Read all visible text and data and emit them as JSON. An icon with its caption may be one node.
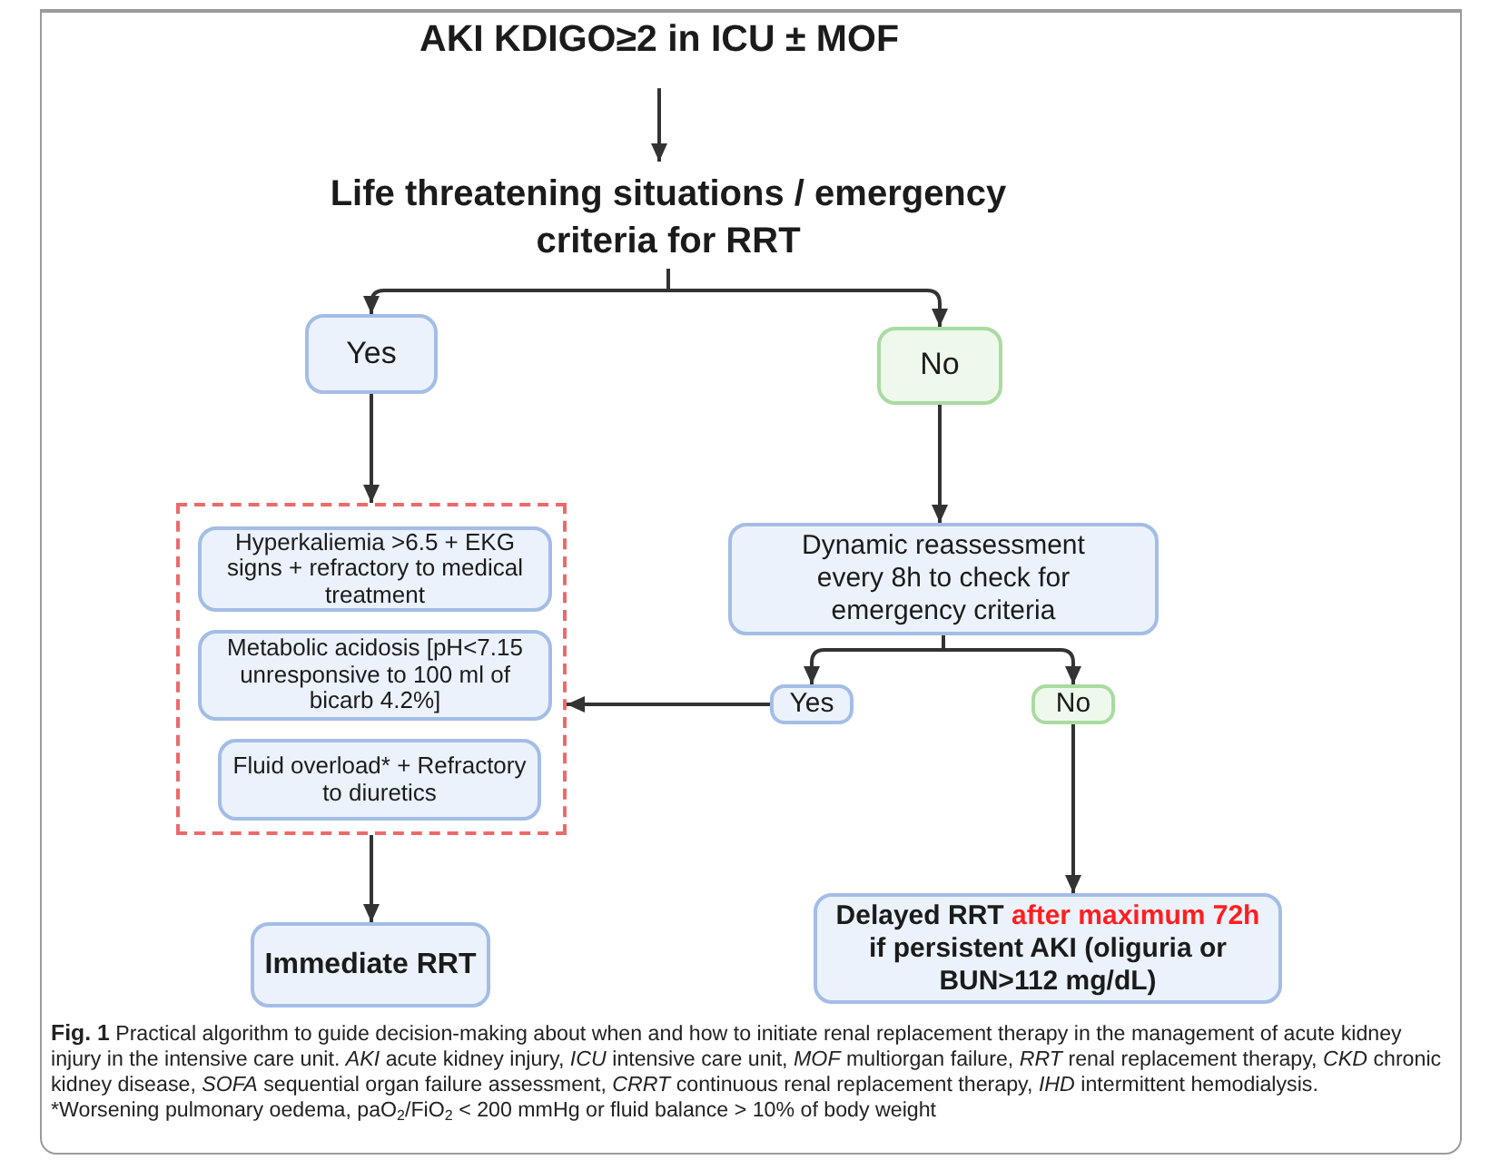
{
  "diagram": {
    "caption": "**Fig. 1** Practical algorithm to guide decision-making about when and how to initiate renal replacement therapy in the management of acute kidney injury in the intensive care unit. *AKI* acute kidney injury, *ICU* intensive care unit, *MOF* multiorgan failure, *RRT* renal replacement therapy, *CKD* chronic kidney disease, *SOFA* sequential organ failure assessment, *CRRT* continuous renal replacement therapy, *IHD* intermittent hemodialysis.",
    "nodes": [
      {
        "text": [
          "AKI KDIGO≥2 in ICU ± MOF"
        ]
      },
      {
        "text": [
          "Life threatening situations / emergency criteria for RRT"
        ]
      },
      {
        "text": [
          "Yes"
        ]
      },
      {
        "text": [
          "No"
        ]
      },
      {
        "text": [],
        "shape": "box"
      },
      {
        "text": [
          "Hyperkaliemia >6.5 + EKG signs + refractory to medical treatment"
        ],
        "in": 4
      },
      {
        "text": [
          "Metabolic acidosis [pH<7.15 unresponsive to 100 ml of bicarb 4.2%]"
        ],
        "in": 4
      },
      {
        "text": [
          "Fluid overload* + Refractory to diuretics"
        ],
        "in": 4
      },
      {
        "text": [
          "Dynamic reassessment every 8h to check for emergency criteria"
        ]
      },
      {
        "text": [
          "Yes"
        ]
      },
      {
        "text": [
          "No"
        ]
      },
      {
        "text": [
          "Immediate RRT"
        ]
      },
      {
        "text": [
          "Delayed RRT **after maximum 72h** if persistent AKI (oliguria or BUN>112 mg/dL)"
        ]
      }
    ],
    "edges": [
      {
        "from": 0,
        "to": 1,
        "arrow": "to"
      },
      {
        "from": 1,
        "to": 2,
        "arrow": "to"
      },
      {
        "from": 1,
        "to": 3,
        "arrow": "to"
      },
      {
        "from": 2,
        "to": 4,
        "arrow": "to"
      },
      {
        "from": 3,
        "to": 8,
        "arrow": "to"
      },
      {
        "from": 8,
        "to": 9,
        "arrow": "to"
      },
      {
        "from": 8,
        "to": 10,
        "arrow": "to"
      },
      {
        "from": 9,
        "to": 4,
        "arrow": "to"
      },
      {
        "from": 4,
        "to": 11,
        "arrow": "to"
      },
      {
        "from": 10,
        "to": 12,
        "arrow": "to"
      }
    ],
    "labels": [
      "*Worsening pulmonary oedema, paO$_{2}$/FiO$_{2}$ < 200 mmHg or fluid balance > 10% of body weight"
    ]
  }
}
